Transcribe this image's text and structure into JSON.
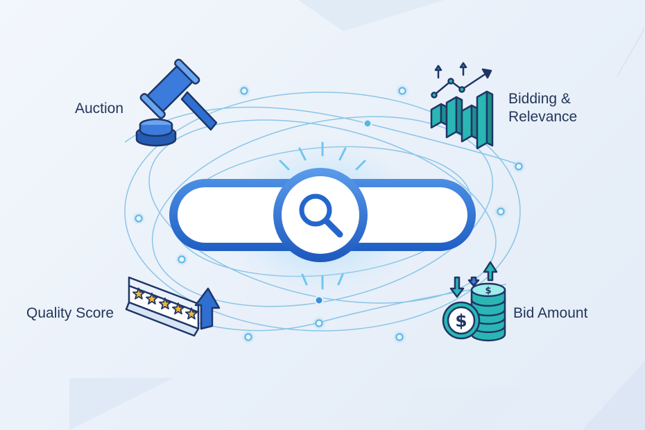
{
  "labels": {
    "auction": "Auction",
    "bidding_line1": "Bidding &",
    "bidding_line2": "Relevance",
    "quality_score": "Quality Score",
    "bid_amount": "Bid Amount"
  },
  "icons": {
    "center": "magnifier-icon",
    "top_left": "gavel-icon",
    "top_right": "growth-chart-icon",
    "bottom_left": "star-rating-icon",
    "bottom_right": "dollar-coins-icon"
  },
  "quality_rating": {
    "stars": 5,
    "max": 5
  },
  "colors": {
    "primary_blue": "#2f6fd1",
    "dark_navy": "#1f3566",
    "teal": "#2ab7b4",
    "star_gold": "#f4b731",
    "orbit_line": "#7fc1e6",
    "background": "#eef3fa"
  }
}
